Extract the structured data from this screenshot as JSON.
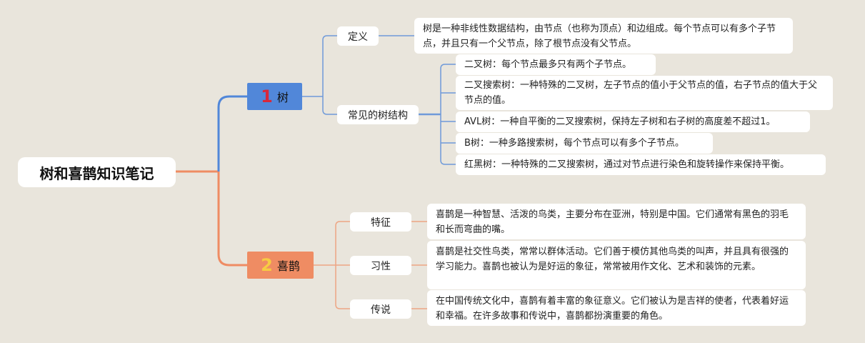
{
  "root": {
    "title": "树和喜鹊知识笔记"
  },
  "branches": [
    {
      "number": "1",
      "label": "树",
      "children": [
        {
          "label": "定义",
          "items": [
            "树是一种非线性数据结构，由节点（也称为顶点）和边组成。每个节点可以有多个子节点，并且只有一个父节点，除了根节点没有父节点。"
          ]
        },
        {
          "label": "常见的树结构",
          "items": [
            "二叉树：每个节点最多只有两个子节点。",
            "二叉搜索树：一种特殊的二叉树，左子节点的值小于父节点的值，右子节点的值大于父节点的值。",
            "AVL树：一种自平衡的二叉搜索树，保持左子树和右子树的高度差不超过1。",
            "B树：一种多路搜索树，每个节点可以有多个子节点。",
            "红黑树：一种特殊的二叉搜索树，通过对节点进行染色和旋转操作来保持平衡。"
          ]
        }
      ]
    },
    {
      "number": "2",
      "label": "喜鹊",
      "children": [
        {
          "label": "特征",
          "items": [
            "喜鹊是一种智慧、活泼的鸟类，主要分布在亚洲，特别是中国。它们通常有黑色的羽毛和长而弯曲的嘴。"
          ]
        },
        {
          "label": "习性",
          "items": [
            "喜鹊是社交性鸟类，常常以群体活动。它们善于模仿其他鸟类的叫声，并且具有很强的学习能力。喜鹊也被认为是好运的象征，常常被用作文化、艺术和装饰的元素。"
          ]
        },
        {
          "label": "传说",
          "items": [
            "在中国传统文化中，喜鹊有着丰富的象征意义。它们被认为是吉祥的使者，代表着好运和幸福。在许多故事和传说中，喜鹊都扮演重要的角色。"
          ]
        }
      ]
    }
  ],
  "colors": {
    "background": "#e9e5dc",
    "branch1": "#5187d9",
    "branch1_line": "#6f9ad9",
    "branch2": "#ef8c63",
    "branch2_line": "#eea583",
    "num1": "#d8283a",
    "num2": "#f7cb43"
  }
}
